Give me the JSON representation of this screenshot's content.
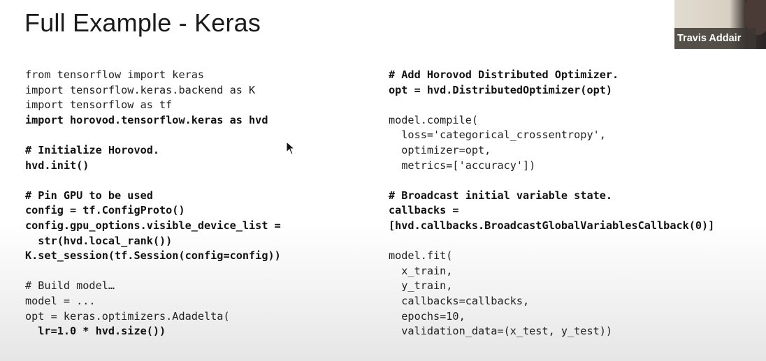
{
  "slide": {
    "title": "Full Example - Keras",
    "left_code": [
      {
        "text": "from tensorflow import keras",
        "bold": false
      },
      {
        "text": "import tensorflow.keras.backend as K",
        "bold": false
      },
      {
        "text": "import tensorflow as tf",
        "bold": false
      },
      {
        "text": "import horovod.tensorflow.keras as hvd",
        "bold": true
      },
      {
        "text": "",
        "bold": false
      },
      {
        "text": "# Initialize Horovod.",
        "bold": true
      },
      {
        "text": "hvd.init()",
        "bold": true
      },
      {
        "text": "",
        "bold": false
      },
      {
        "text": "# Pin GPU to be used",
        "bold": true
      },
      {
        "text": "config = tf.ConfigProto()",
        "bold": true
      },
      {
        "text": "config.gpu_options.visible_device_list =",
        "bold": true
      },
      {
        "text": "  str(hvd.local_rank())",
        "bold": true
      },
      {
        "text": "K.set_session(tf.Session(config=config))",
        "bold": true
      },
      {
        "text": "",
        "bold": false
      },
      {
        "text": "# Build model…",
        "bold": false
      },
      {
        "text": "model = ...",
        "bold": false
      },
      {
        "text": "opt = keras.optimizers.Adadelta(",
        "bold": false
      },
      {
        "text": "  lr=1.0 * hvd.size())",
        "bold": true
      }
    ],
    "right_code": [
      {
        "text": "# Add Horovod Distributed Optimizer.",
        "bold": true
      },
      {
        "text": "opt = hvd.DistributedOptimizer(opt)",
        "bold": true
      },
      {
        "text": "",
        "bold": false
      },
      {
        "text": "model.compile(",
        "bold": false
      },
      {
        "text": "  loss='categorical_crossentropy',",
        "bold": false
      },
      {
        "text": "  optimizer=opt,",
        "bold": false
      },
      {
        "text": "  metrics=['accuracy'])",
        "bold": false
      },
      {
        "text": "",
        "bold": false
      },
      {
        "text": "# Broadcast initial variable state.",
        "bold": true
      },
      {
        "text": "callbacks =",
        "bold": true
      },
      {
        "text": "[hvd.callbacks.BroadcastGlobalVariablesCallback(0)]",
        "bold": true
      },
      {
        "text": "",
        "bold": false
      },
      {
        "text": "model.fit(",
        "bold": false
      },
      {
        "text": "  x_train,",
        "bold": false
      },
      {
        "text": "  y_train,",
        "bold": false
      },
      {
        "text": "  callbacks=callbacks,",
        "bold": false
      },
      {
        "text": "  epochs=10,",
        "bold": false
      },
      {
        "text": "  validation_data=(x_test, y_test))",
        "bold": false
      }
    ]
  },
  "participant": {
    "name": "Travis Addair"
  },
  "cursor_icon": "arrow-cursor-icon"
}
